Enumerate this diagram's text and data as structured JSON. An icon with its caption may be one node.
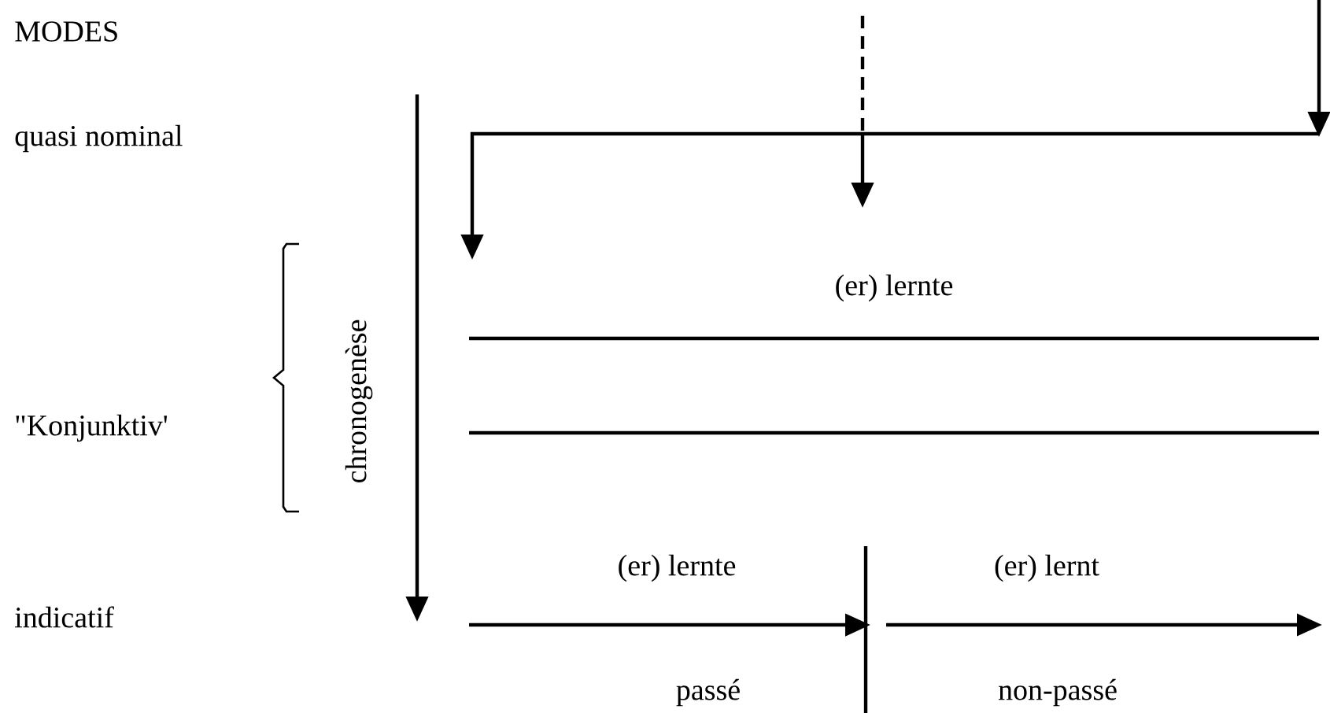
{
  "diagram": {
    "labels": [
      "MODES",
      "quasi nominal",
      "\"Konjunktiv'",
      "indicatif",
      "chronogenèse",
      "(er) lernte",
      "(er) lernte",
      "(er) lernt",
      "passé",
      "non-passé"
    ]
  }
}
